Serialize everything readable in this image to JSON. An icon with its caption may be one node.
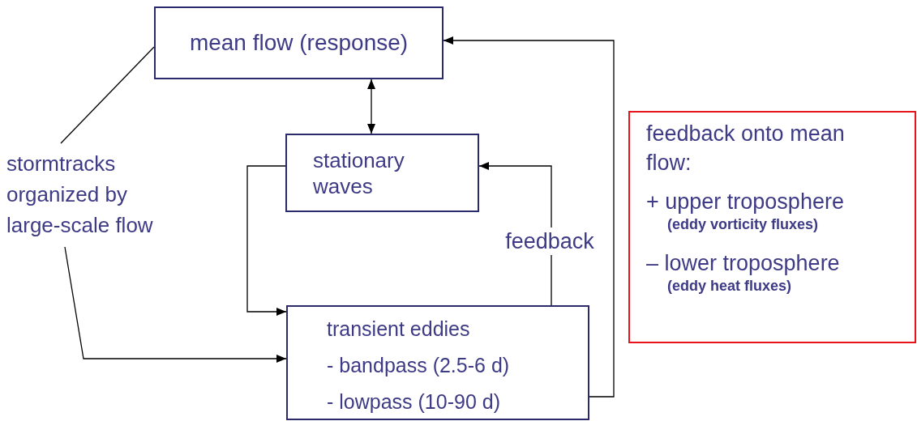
{
  "diagram": {
    "nodes": [
      {
        "text": [
          "mean flow (response)"
        ]
      },
      {
        "text": [
          "stationary waves"
        ]
      },
      {
        "text": [
          "transient eddies",
          "- bandpass (2.5-6 d)",
          "- lowpass (10-90 d)"
        ]
      },
      {
        "text": [
          "stormtracks organized by large-scale flow"
        ]
      },
      {
        "text": [
          "feedback onto mean flow:",
          "+ upper troposphere",
          "(eddy vorticity fluxes)",
          "– lower troposphere",
          "(eddy heat fluxes)"
        ]
      }
    ],
    "edges": [
      {
        "from": 0,
        "to": 1,
        "arrow": "both"
      },
      {
        "from": 0,
        "to": 3,
        "arrow": "none"
      },
      {
        "from": 3,
        "to": 2,
        "arrow": "to"
      },
      {
        "from": 1,
        "to": 2,
        "arrow": "to"
      },
      {
        "from": 2,
        "to": 1,
        "arrow": "to",
        "label": "feedback"
      },
      {
        "from": 2,
        "to": 0,
        "arrow": "to"
      }
    ]
  }
}
